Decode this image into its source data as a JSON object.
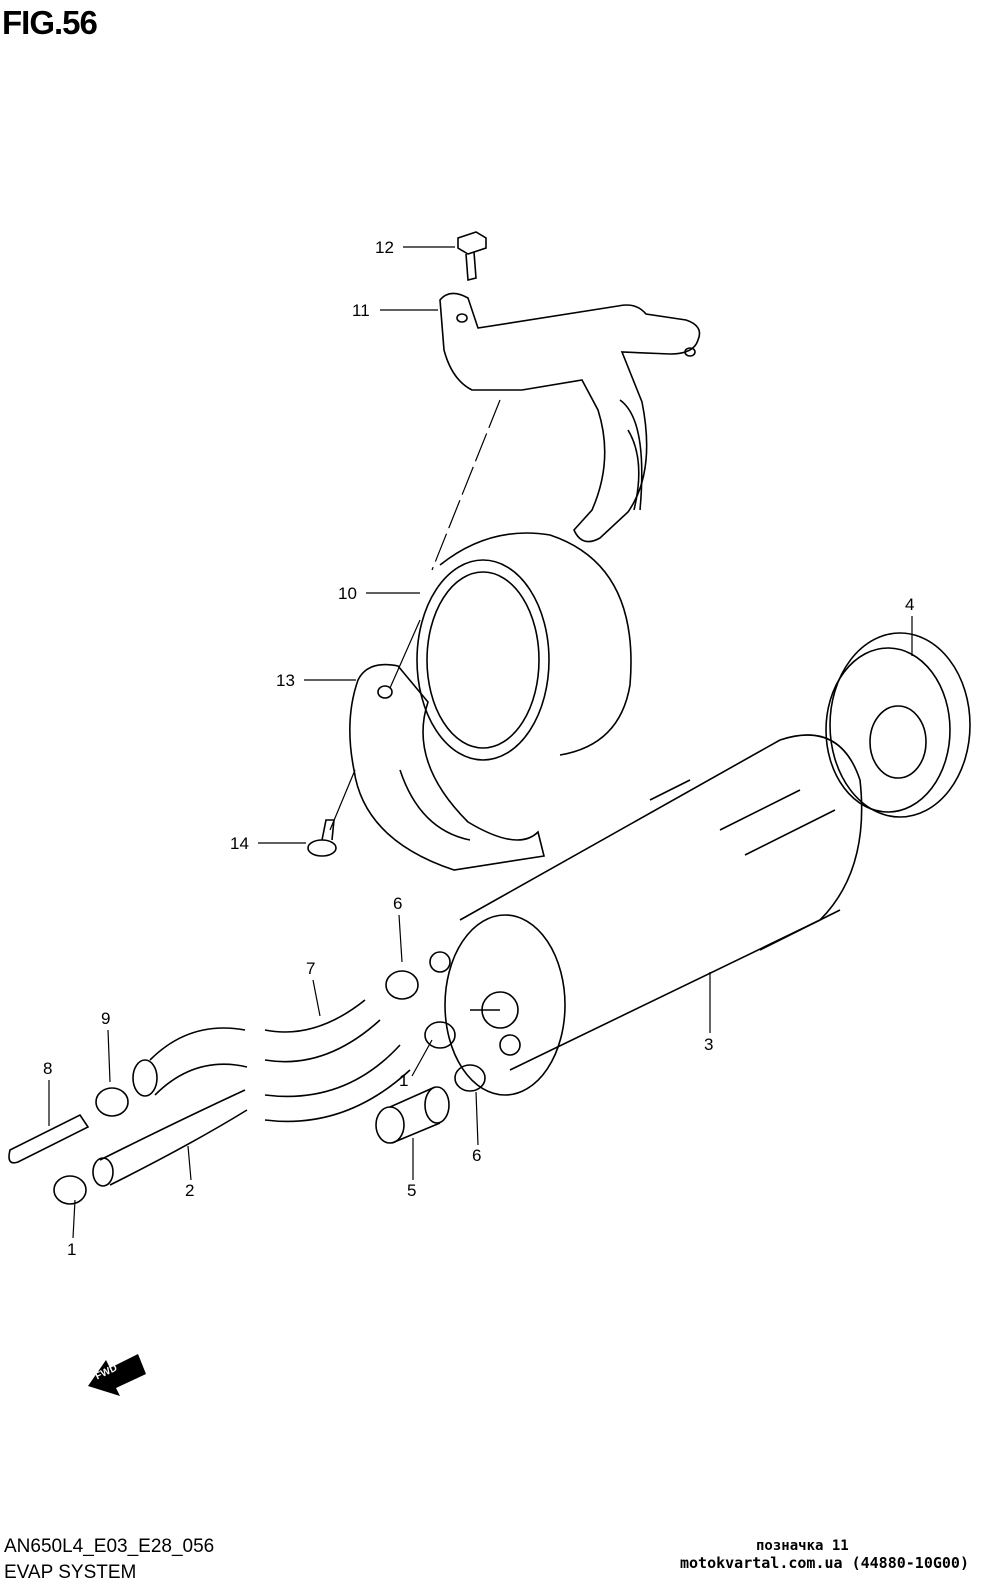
{
  "figure": {
    "title": "FIG.56",
    "code": "AN650L4_E03_E28_056",
    "system_name": "EVAP SYSTEM"
  },
  "direction_marker": "FWD",
  "callouts": [
    "12",
    "11",
    "10",
    "13",
    "14",
    "4",
    "6",
    "7",
    "9",
    "8",
    "1",
    "2",
    "5",
    "6",
    "1",
    "3"
  ],
  "watermark": {
    "line1": "позначка 11",
    "line2": "motokvartal.com.ua (44880-10G00)"
  }
}
